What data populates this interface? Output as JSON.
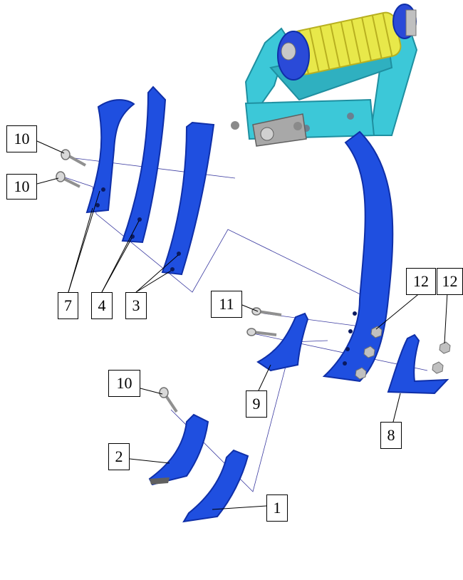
{
  "callouts": [
    {
      "id": "c10a",
      "label": "10"
    },
    {
      "id": "c10b",
      "label": "10"
    },
    {
      "id": "c7",
      "label": "7"
    },
    {
      "id": "c4",
      "label": "4"
    },
    {
      "id": "c3",
      "label": "3"
    },
    {
      "id": "c11",
      "label": "11"
    },
    {
      "id": "c12a",
      "label": "12"
    },
    {
      "id": "c12b",
      "label": "12"
    },
    {
      "id": "c9",
      "label": "9"
    },
    {
      "id": "c8",
      "label": "8"
    },
    {
      "id": "c10c",
      "label": "10"
    },
    {
      "id": "c2",
      "label": "2"
    },
    {
      "id": "c1",
      "label": "1"
    }
  ],
  "colors": {
    "part_blue": "#1f4fe0",
    "part_blue_dark": "#0f2fa8",
    "frame_cyan": "#3cc8d8",
    "frame_cyan_dark": "#1f8fa0",
    "spring_yellow": "#e8e84a",
    "spring_yellow_dark": "#b8b020",
    "hardware_grey": "#b8b8b8",
    "assembly_line": "#3a3aa0"
  }
}
